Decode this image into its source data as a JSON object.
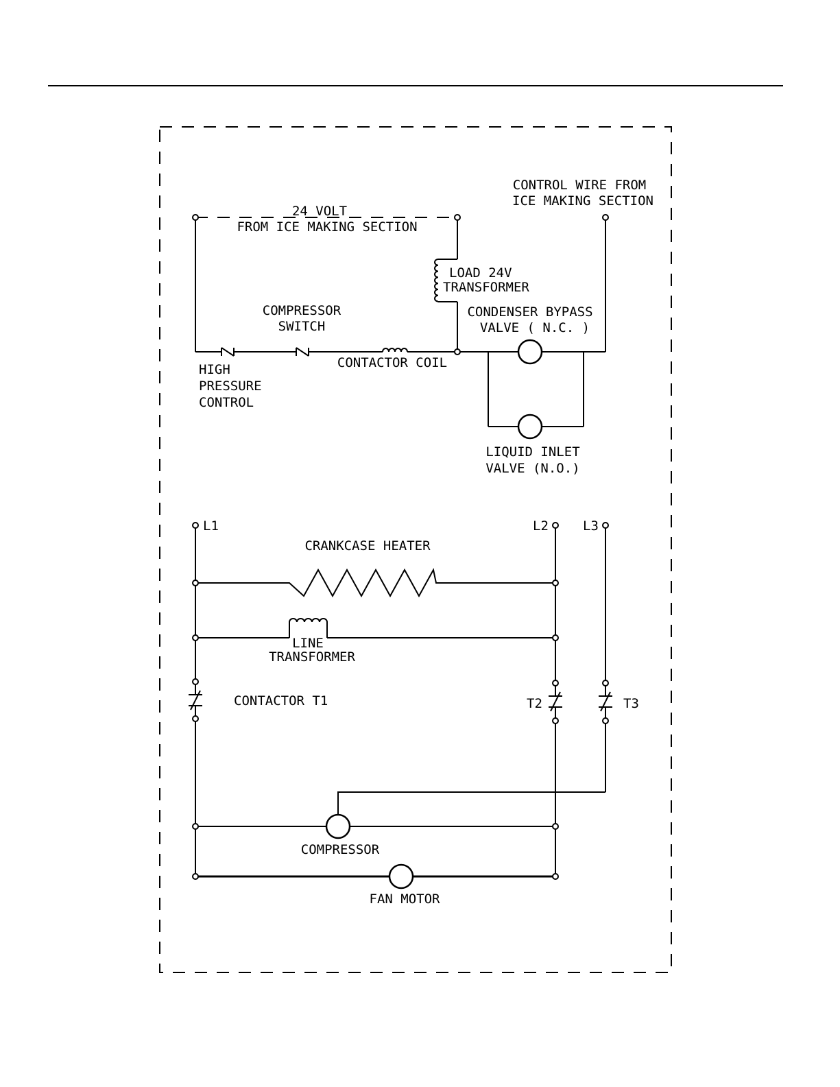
{
  "labels": {
    "volt24_line1": "24 VOLT",
    "volt24_line2": "FROM ICE MAKING SECTION",
    "control_wire_line1": "CONTROL WIRE FROM",
    "control_wire_line2": "ICE MAKING SECTION",
    "load_transformer_line1": "LOAD 24V",
    "load_transformer_line2": "TRANSFORMER",
    "compressor_switch_line1": "COMPRESSOR",
    "compressor_switch_line2": "SWITCH",
    "condenser_bypass_line1": "CONDENSER BYPASS",
    "condenser_bypass_line2": "VALVE ( N.C. )",
    "high_pressure_line1": "HIGH",
    "high_pressure_line2": "PRESSURE",
    "high_pressure_line3": "CONTROL",
    "contactor_coil": "CONTACTOR COIL",
    "liquid_inlet_line1": "LIQUID INLET",
    "liquid_inlet_line2": "VALVE (N.O.)",
    "l1": "L1",
    "l2": "L2",
    "l3": "L3",
    "crankcase_heater": "CRANKCASE HEATER",
    "line_transformer_line1": "LINE",
    "line_transformer_line2": "TRANSFORMER",
    "contactor_t1": "CONTACTOR T1",
    "t2": "T2",
    "t3": "T3",
    "compressor": "COMPRESSOR",
    "fan_motor": "FAN MOTOR"
  }
}
